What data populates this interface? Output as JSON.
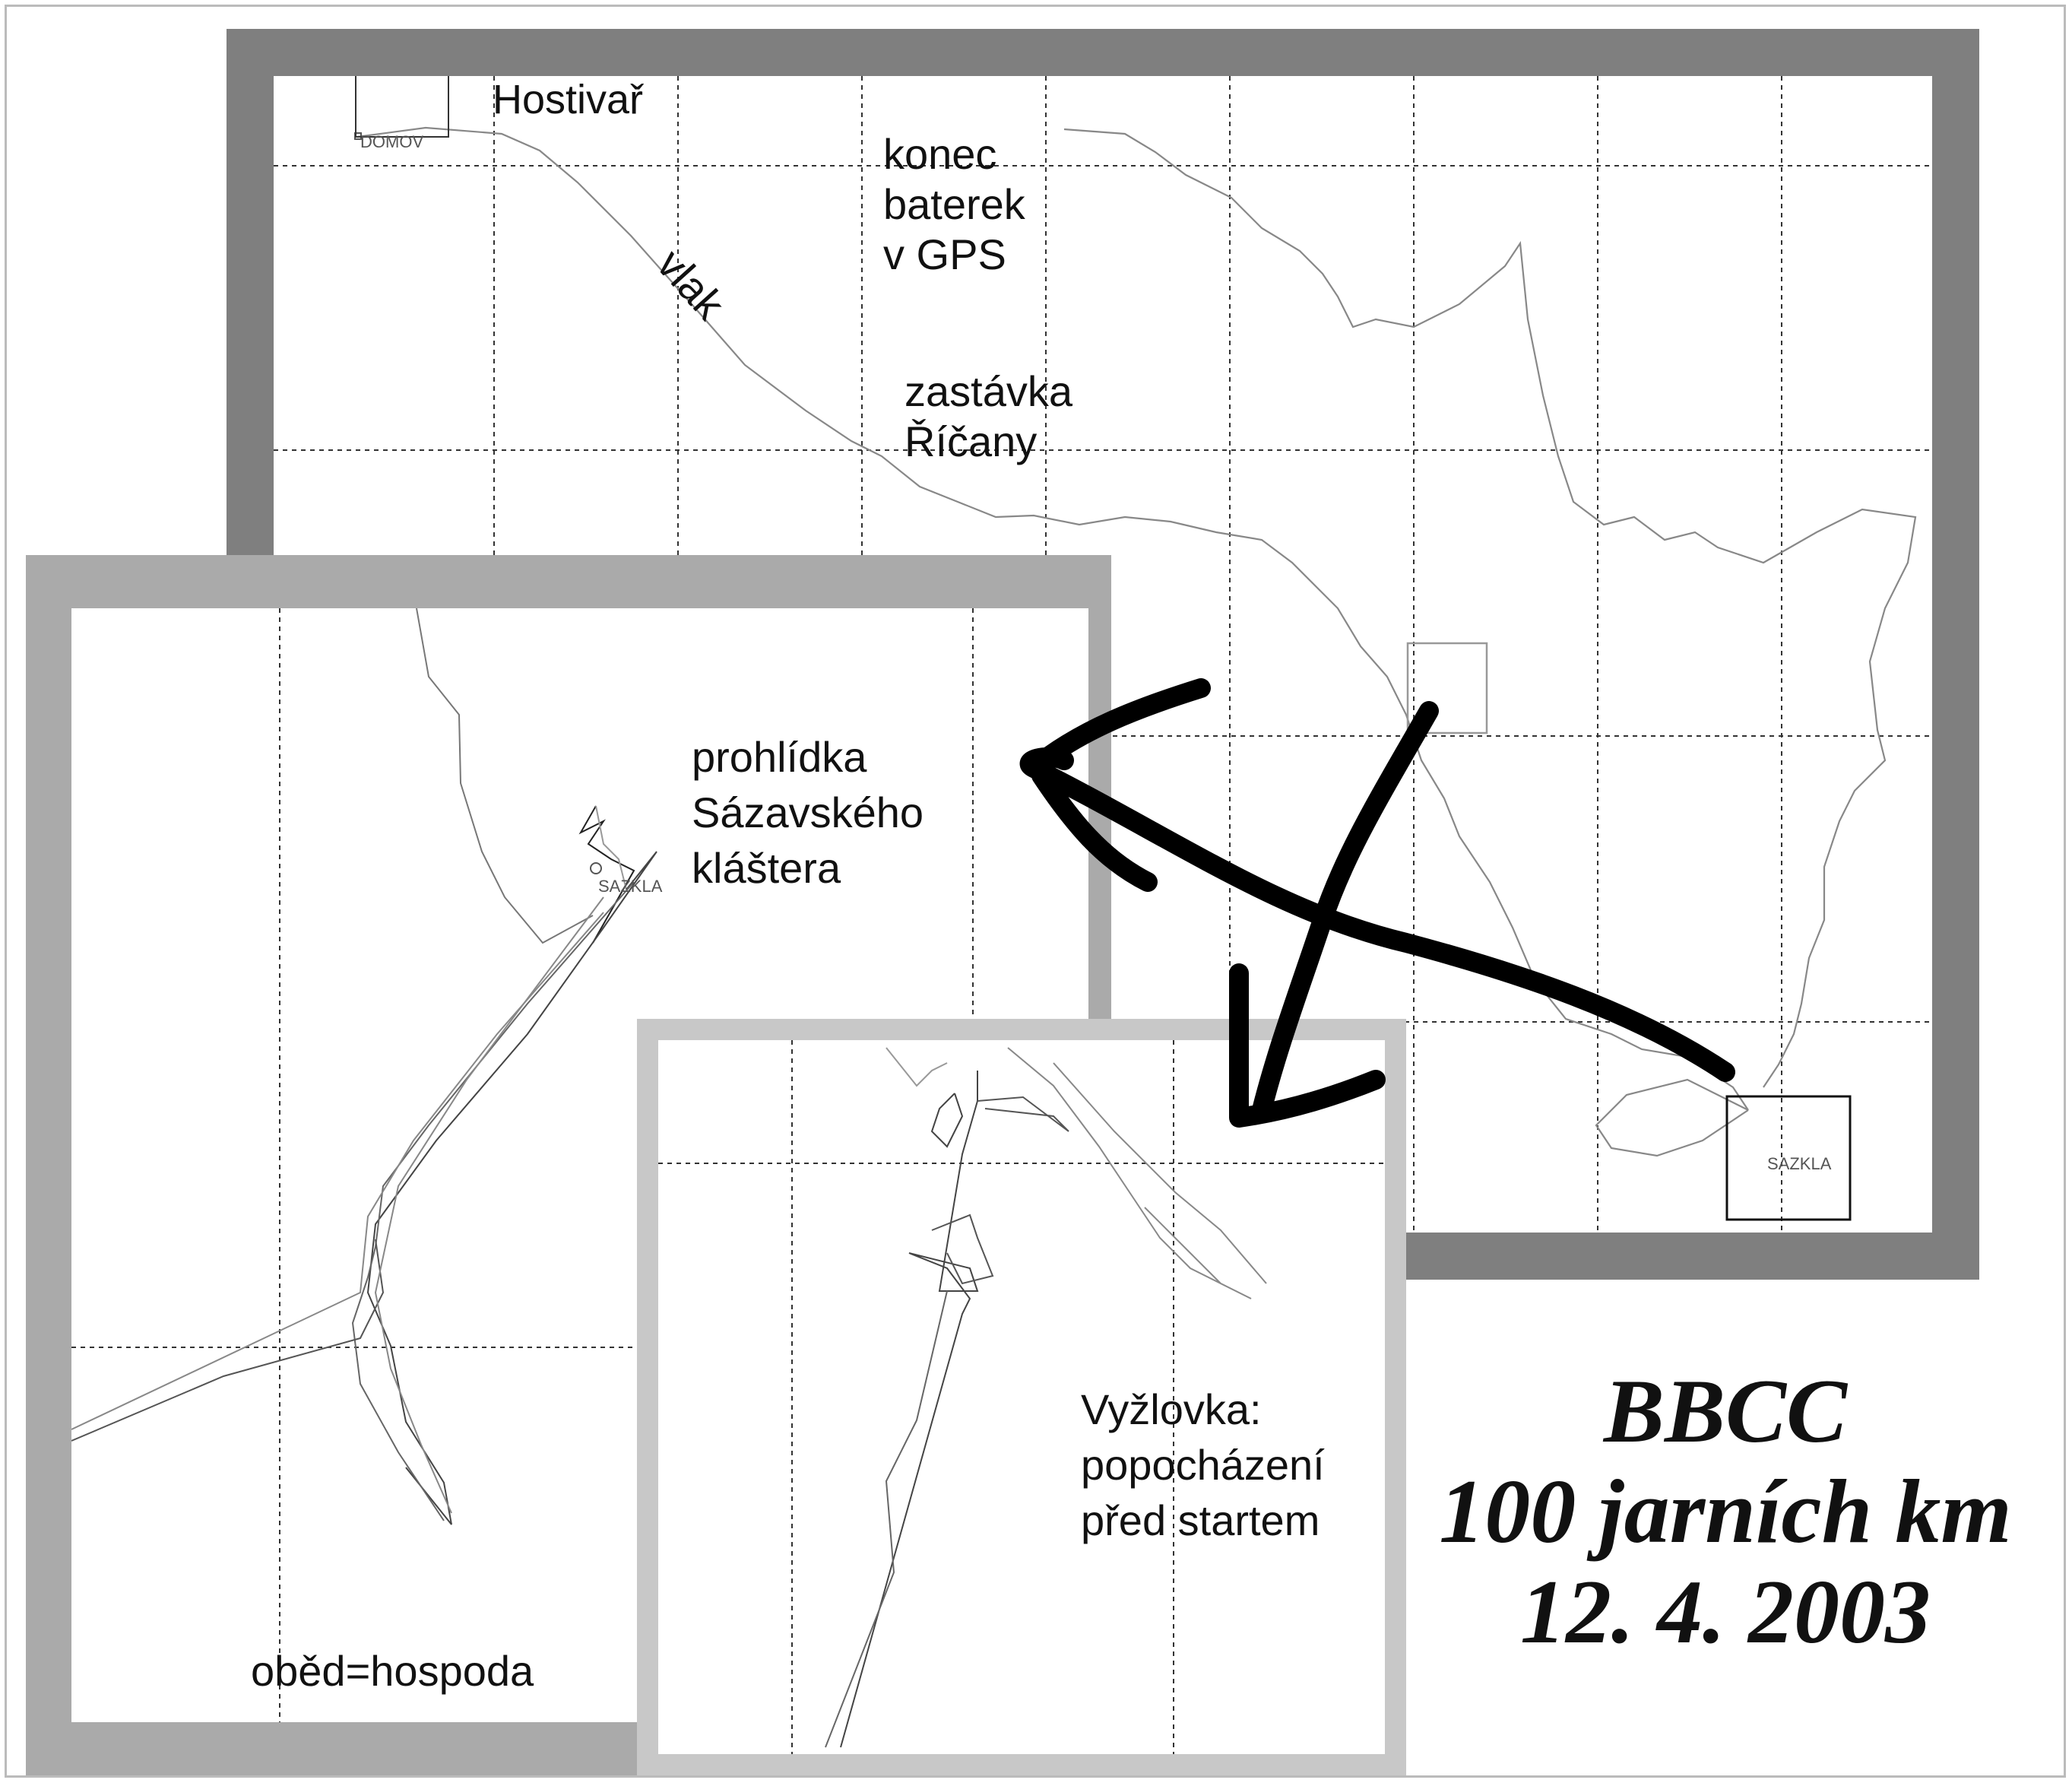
{
  "maps": {
    "main": {
      "labels": {
        "hostivar": "Hostivař",
        "battery": [
          "konec",
          "baterek",
          "v GPS"
        ],
        "train": "vlak",
        "station": [
          "zastávka",
          "Říčany"
        ]
      },
      "waypoints": {
        "home": "DOMOV",
        "sazkla": "SAZKLA"
      }
    },
    "inset_sazava": {
      "labels": {
        "monastery": [
          "prohlídka",
          "Sázavského",
          "kláštera"
        ],
        "lunch": "oběd=hospoda"
      },
      "waypoints": {
        "sazkla": "SAZKLA"
      }
    },
    "inset_vyzlovka": {
      "labels": {
        "walking": [
          "Vyžlovka:",
          "popocházení",
          "před startem"
        ]
      }
    }
  },
  "title": {
    "line1": "BBCC",
    "line2": "100 jarních km",
    "line3": "12. 4. 2003"
  },
  "colors": {
    "frame_dark": "#7f7f7f",
    "frame_mid": "#aaaaaa",
    "frame_light": "#c8c8c8",
    "track": "#888888",
    "arrow": "#000000"
  }
}
